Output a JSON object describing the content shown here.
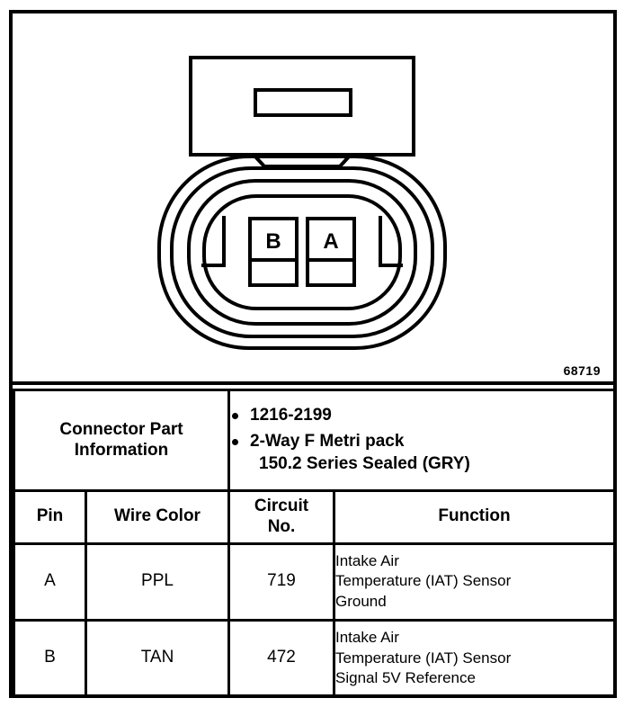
{
  "figure": {
    "number": "68719"
  },
  "connector_diagram": {
    "pin_labels": {
      "left": "B",
      "right": "A"
    }
  },
  "connector_part_information": {
    "label_line1": "Connector Part",
    "label_line2": "Information",
    "bullets": [
      {
        "text": "1216-2199",
        "continuation": ""
      },
      {
        "text": "2-Way F Metri pack",
        "continuation": "150.2 Series Sealed (GRY)"
      }
    ]
  },
  "pin_table": {
    "headers": {
      "pin": "Pin",
      "wire_color": "Wire Color",
      "circuit_no_line1": "Circuit",
      "circuit_no_line2": "No.",
      "function": "Function"
    },
    "rows": [
      {
        "pin": "A",
        "wire_color": "PPL",
        "circuit_no": "719",
        "function_line1": "Intake Air",
        "function_line2": "Temperature (IAT) Sensor",
        "function_line3": "Ground"
      },
      {
        "pin": "B",
        "wire_color": "TAN",
        "circuit_no": "472",
        "function_line1": "Intake Air",
        "function_line2": "Temperature (IAT) Sensor",
        "function_line3": "Signal 5V Reference"
      }
    ]
  },
  "colors": {
    "ink": "#000000",
    "paper": "#ffffff"
  }
}
